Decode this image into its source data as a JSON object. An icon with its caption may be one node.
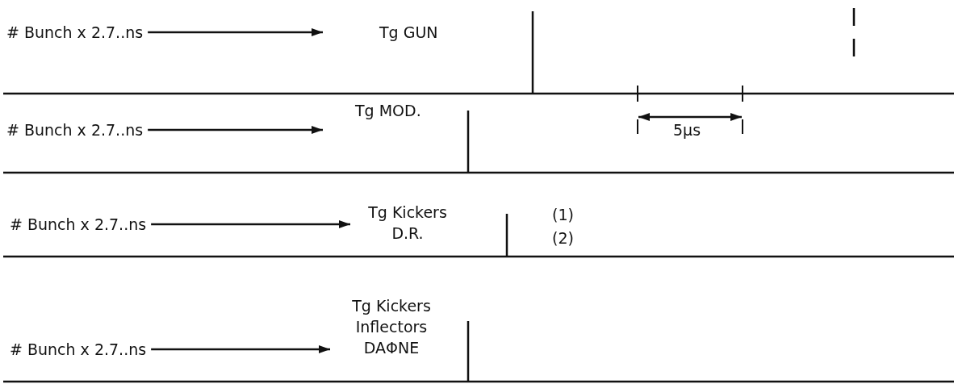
{
  "diagram": {
    "nodes": [
      {
        "text": [
          "# Bunch x 2.7..ns"
        ]
      },
      {
        "text": [
          "Tg GUN"
        ]
      },
      {
        "text": [
          "# Bunch x 2.7..ns"
        ]
      },
      {
        "text": [
          "Tg MOD."
        ]
      },
      {
        "text": [
          "# Bunch x 2.7..ns"
        ]
      },
      {
        "text": [
          "Tg Kickers D.R."
        ]
      },
      {
        "text": [
          "# Bunch x 2.7..ns"
        ]
      },
      {
        "text": [
          "Tg Kickers Inflectors DAΦNE"
        ]
      }
    ],
    "edges": [
      {
        "from": 0,
        "to": 1,
        "arrow": "to"
      },
      {
        "from": 2,
        "to": 3,
        "arrow": "to"
      },
      {
        "from": 4,
        "to": 5,
        "arrow": "to"
      },
      {
        "from": 6,
        "to": 7,
        "arrow": "to"
      }
    ],
    "labels": [
      "5µs",
      "(1)",
      "(2)"
    ]
  }
}
